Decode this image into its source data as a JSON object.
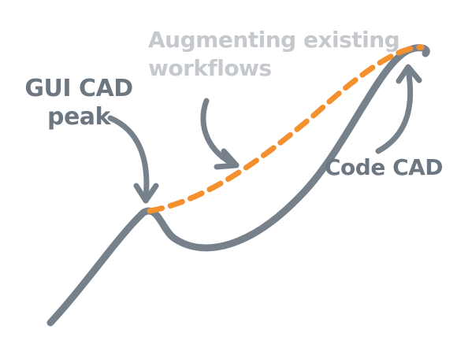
{
  "diagram": {
    "labels": {
      "gui_cad_peak_line1": "GUI CAD",
      "gui_cad_peak_line2": "peak",
      "augmenting_line1": "Augmenting existing",
      "augmenting_line2": "workflows",
      "code_cad": "Code CAD"
    },
    "colors": {
      "main_curve": "#77818c",
      "dashed_curve": "#f4902e",
      "label_dark": "#6d7782",
      "label_light": "#c5c9cd",
      "arrows": "#77818c",
      "background": "#ffffff"
    }
  }
}
